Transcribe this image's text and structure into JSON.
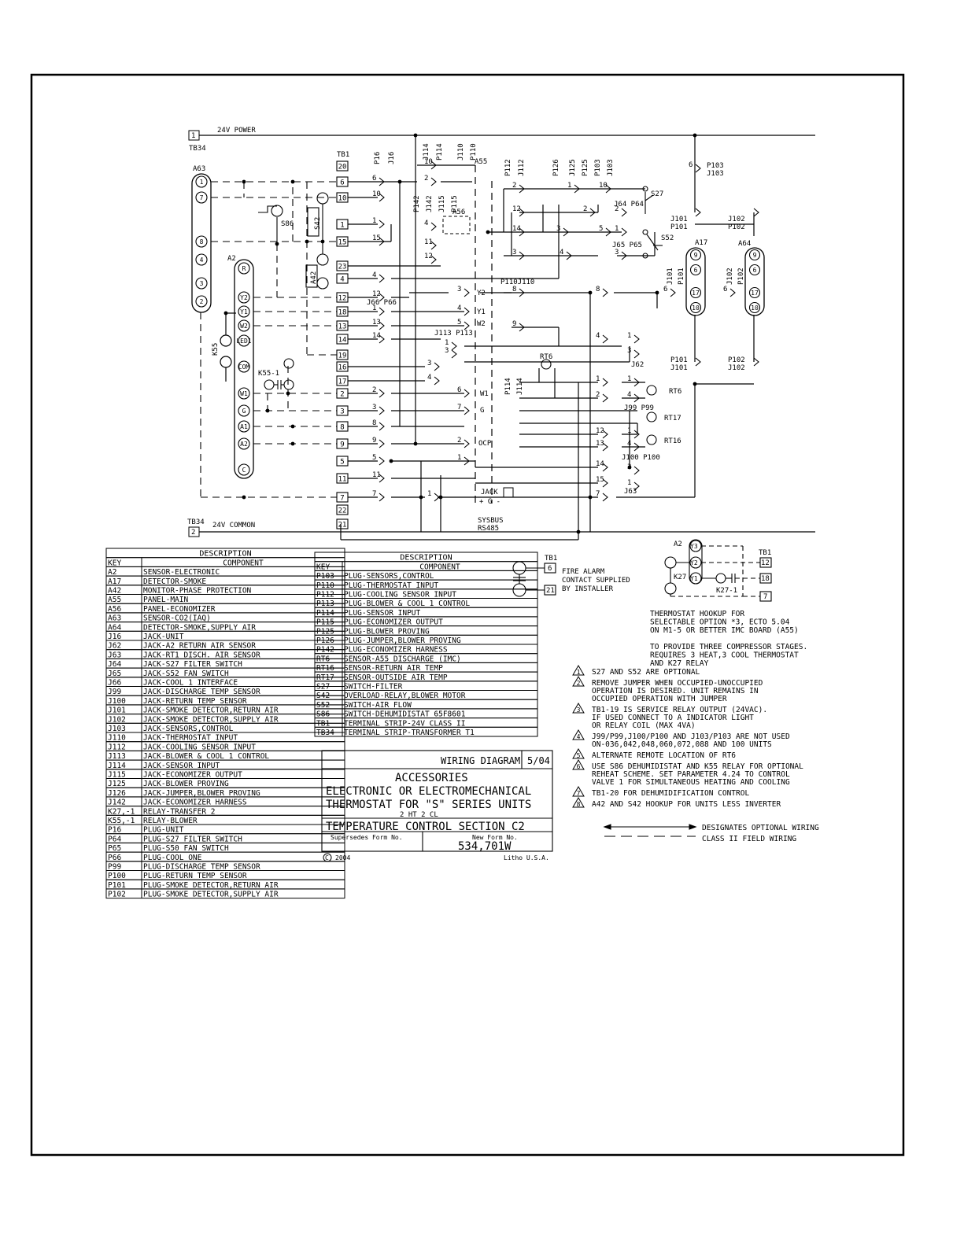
{
  "power": {
    "top_label": "24V POWER",
    "top_terminal": "1",
    "top_tb": "TB34",
    "bottom_label": "24V COMMON",
    "bottom_terminal": "2",
    "bottom_tb": "TB34"
  },
  "a63": {
    "name": "A63",
    "pins": [
      "1",
      "7",
      "8",
      "4",
      "3",
      "2"
    ]
  },
  "a2": {
    "name": "A2",
    "pins": [
      "R",
      "Y2",
      "Y1",
      "W2",
      "LED1",
      "COM",
      "W1",
      "G",
      "A1",
      "A2",
      "C"
    ]
  },
  "a17": {
    "name": "A17",
    "pins": [
      "9",
      "6",
      "17",
      "10"
    ]
  },
  "a64": {
    "name": "A64",
    "pins": [
      "9",
      "6",
      "17",
      "10"
    ]
  },
  "tb1": {
    "name": "TB1",
    "terminals": [
      "20",
      "6",
      "10",
      "1",
      "15",
      "23",
      "4",
      "12",
      "18",
      "13",
      "14",
      "19",
      "16",
      "17",
      "2",
      "3",
      "8",
      "9",
      "5",
      "11",
      "7",
      "22",
      "21"
    ]
  },
  "plug_labels": {
    "p16": "P16",
    "j16": "J16",
    "j114": "J114",
    "p114": "P114",
    "j110": "J110",
    "p110": "P110",
    "a55": "A55",
    "p112": "P112",
    "j112": "J112",
    "p126": "P126",
    "j125": "J125",
    "p125": "P125",
    "p103": "P103",
    "j103": "J103",
    "p142": "P142",
    "j142": "J142",
    "j115": "J115",
    "p115": "P115",
    "a56": "A56",
    "s42": "S42",
    "s86": "S86",
    "a42": "A42",
    "k55": "K55",
    "k55_1": "K55-1",
    "s27": "S27",
    "s52": "S52",
    "j64p64": "J64 P64",
    "j65p65": "J65 P65",
    "j101p101_top": [
      "J101",
      "P101"
    ],
    "j102p102_top": [
      "J102",
      "P102"
    ],
    "p103j103_right": [
      "P103",
      "J103"
    ],
    "j101_side": "J101",
    "p101_side": "P101",
    "j102_side": "J102",
    "p102_side": "P102",
    "p101j101_bottom": [
      "P101",
      "J101"
    ],
    "p102j102_bottom": [
      "P102",
      "J102"
    ],
    "j66p66": "J66 P66",
    "p110j110": "P110J110",
    "j113p113": "J113 P113",
    "j62": "J62",
    "j63": "J63",
    "rt6": "RT6",
    "rt17": "RT17",
    "rt16": "RT16",
    "j99p99": "J99 P99",
    "j100p100": "J100 P100",
    "jack": "JACK",
    "jack_pins": "+ G -",
    "sysbus": [
      "SYSBUS",
      "RS485"
    ],
    "ocp": "OCP",
    "y2": "Y2",
    "y1": "Y1",
    "w2": "W2",
    "w1": "W1",
    "g": "G"
  },
  "key_table_left": {
    "title": "DESCRIPTION",
    "col_key": "KEY",
    "col_comp": "COMPONENT",
    "rows": [
      [
        "A2",
        "SENSOR-ELECTRONIC"
      ],
      [
        "A17",
        "DETECTOR-SMOKE"
      ],
      [
        "A42",
        "MONITOR-PHASE PROTECTION"
      ],
      [
        "A55",
        "PANEL-MAIN"
      ],
      [
        "A56",
        "PANEL-ECONOMIZER"
      ],
      [
        "A63",
        "SENSOR-CO2(IAQ)"
      ],
      [
        "A64",
        "DETECTOR-SMOKE,SUPPLY AIR"
      ],
      [
        "J16",
        "JACK-UNIT"
      ],
      [
        "J62",
        "JACK-A2 RETURN AIR SENSOR"
      ],
      [
        "J63",
        "JACK-RT1 DISCH. AIR SENSOR"
      ],
      [
        "J64",
        "JACK-S27 FILTER SWITCH"
      ],
      [
        "J65",
        "JACK-S52 FAN SWITCH"
      ],
      [
        "J66",
        "JACK-COOL 1 INTERFACE"
      ],
      [
        "J99",
        "JACK-DISCHARGE TEMP SENSOR"
      ],
      [
        "J100",
        "JACK-RETURN TEMP SENSOR"
      ],
      [
        "J101",
        "JACK-SMOKE DETECTOR,RETURN AIR"
      ],
      [
        "J102",
        "JACK-SMOKE DETECTOR,SUPPLY AIR"
      ],
      [
        "J103",
        "JACK-SENSORS,CONTROL"
      ],
      [
        "J110",
        "JACK-THERMOSTAT INPUT"
      ],
      [
        "J112",
        "JACK-COOLING SENSOR INPUT"
      ],
      [
        "J113",
        "JACK-BLOWER & COOL 1 CONTROL"
      ],
      [
        "J114",
        "JACK-SENSOR INPUT"
      ],
      [
        "J115",
        "JACK-ECONOMIZER OUTPUT"
      ],
      [
        "J125",
        "JACK-BLOWER PROVING"
      ],
      [
        "J126",
        "JACK-JUMPER,BLOWER PROVING"
      ],
      [
        "J142",
        "JACK-ECONOMIZER HARNESS"
      ],
      [
        "K27,-1",
        "RELAY-TRANSFER 2"
      ],
      [
        "K55,-1",
        "RELAY-BLOWER"
      ],
      [
        "P16",
        "PLUG-UNIT"
      ],
      [
        "P64",
        "PLUG-S27 FILTER SWITCH"
      ],
      [
        "P65",
        "PLUG-S50 FAN SWITCH"
      ],
      [
        "P66",
        "PLUG-COOL ONE"
      ],
      [
        "P99",
        "PLUG-DISCHARGE TEMP SENSOR"
      ],
      [
        "P100",
        "PLUG-RETURN TEMP SENSOR"
      ],
      [
        "P101",
        "PLUG-SMOKE DETECTOR,RETURN AIR"
      ],
      [
        "P102",
        "PLUG-SMOKE DETECTOR,SUPPLY AIR"
      ]
    ]
  },
  "key_table_right": {
    "title": "DESCRIPTION",
    "col_key": "KEY",
    "col_comp": "COMPONENT",
    "rows": [
      [
        "P103",
        "PLUG-SENSORS,CONTROL"
      ],
      [
        "P110",
        "PLUG-THERMOSTAT INPUT"
      ],
      [
        "P112",
        "PLUG-COOLING SENSOR INPUT"
      ],
      [
        "P113",
        "PLUG-BLOWER & COOL 1 CONTROL"
      ],
      [
        "P114",
        "PLUG-SENSOR INPUT"
      ],
      [
        "P115",
        "PLUG-ECONOMIZER OUTPUT"
      ],
      [
        "P125",
        "PLUG-BLOWER PROVING"
      ],
      [
        "P126",
        "PLUG-JUMPER,BLOWER PROVING"
      ],
      [
        "P142",
        "PLUG-ECONOMIZER HARNESS"
      ],
      [
        "RT6",
        "SENSOR-A55 DISCHARGE (IMC)"
      ],
      [
        "RT16",
        "SENSOR-RETURN AIR TEMP"
      ],
      [
        "RT17",
        "SENSOR-OUTSIDE AIR TEMP"
      ],
      [
        "S27",
        "SWITCH-FILTER"
      ],
      [
        "S42",
        "OVERLOAD-RELAY,BLOWER MOTOR"
      ],
      [
        "S52",
        "SWITCH-AIR FLOW"
      ],
      [
        "S86",
        "SWITCH-DEHUMIDISTAT 65F8601"
      ],
      [
        "TB1",
        "TERMINAL STRIP-24V CLASS II"
      ],
      [
        "TB34",
        "TERMINAL STRIP-TRANSFORMER T1"
      ]
    ]
  },
  "fire_alarm": {
    "tb": "TB1",
    "t1": "6",
    "t2": "21",
    "text": [
      "FIRE ALARM",
      "CONTACT SUPPLIED",
      "BY INSTALLER"
    ]
  },
  "k27_hookup": {
    "a2": "A2",
    "tb1": "TB1",
    "k27": "K27",
    "k27_1": "K27-1",
    "pins": [
      "Y3",
      "Y2",
      "Y1"
    ],
    "terms": [
      "12",
      "18",
      "7"
    ],
    "text": [
      "THERMOSTAT HOOKUP FOR",
      "SELECTABLE OPTION *3, ECTO 5.04",
      "ON M1-5 OR BETTER IMC BOARD (A55)",
      "",
      "TO PROVIDE THREE COMPRESSOR STAGES.",
      "REQUIRES 3 HEAT,3 COOL THERMOSTAT",
      "AND K27 RELAY"
    ]
  },
  "notes": [
    {
      "num": "1",
      "lines": [
        "S27 AND S52 ARE OPTIONAL"
      ]
    },
    {
      "num": "2",
      "lines": [
        "REMOVE JUMPER WHEN OCCUPIED-UNOCCUPIED",
        "OPERATION IS DESIRED. UNIT REMAINS IN",
        "OCCUPIED OPERATION WITH JUMPER"
      ]
    },
    {
      "num": "3",
      "lines": [
        "TB1-19 IS SERVICE RELAY OUTPUT (24VAC).",
        "IF USED CONNECT TO A INDICATOR LIGHT",
        "OR RELAY COIL (MAX 4VA)"
      ]
    },
    {
      "num": "4",
      "lines": [
        "J99/P99,J100/P100 AND J103/P103 ARE NOT USED",
        "ON-036,042,048,060,072,088 AND 100 UNITS"
      ]
    },
    {
      "num": "5",
      "lines": [
        "ALTERNATE REMOTE LOCATION OF RT6"
      ]
    },
    {
      "num": "6",
      "lines": [
        "USE S86 DEHUMIDISTAT AND K55 RELAY FOR OPTIONAL",
        "REHEAT SCHEME. SET PARAMETER 4.24 TO CONTROL",
        "VALVE 1 FOR SIMULTANEOUS HEATING AND COOLING"
      ]
    },
    {
      "num": "7",
      "lines": [
        "TB1-20 FOR DEHUMIDIFICATION CONTROL"
      ]
    },
    {
      "num": "8",
      "lines": [
        "A42 AND S42 HOOKUP FOR UNITS LESS INVERTER"
      ]
    }
  ],
  "legend": {
    "optional": "DESIGNATES OPTIONAL WIRING",
    "class2": "CLASS II FIELD WIRING"
  },
  "title_block": {
    "wd": "WIRING DIAGRAM",
    "date": "5/04",
    "section": "ACCESSORIES",
    "line1": "ELECTRONIC OR ELECTROMECHANICAL",
    "line2": "THERMOSTAT FOR \"S\" SERIES UNITS",
    "sub": "2 HT 2 CL",
    "temp": "TEMPERATURE CONTROL SECTION C2",
    "supersedes": "Supersedes Form No.",
    "new_form": "New Form No.",
    "form_no": "534,701W",
    "copyright": "2004",
    "litho": "Litho U.S.A."
  }
}
